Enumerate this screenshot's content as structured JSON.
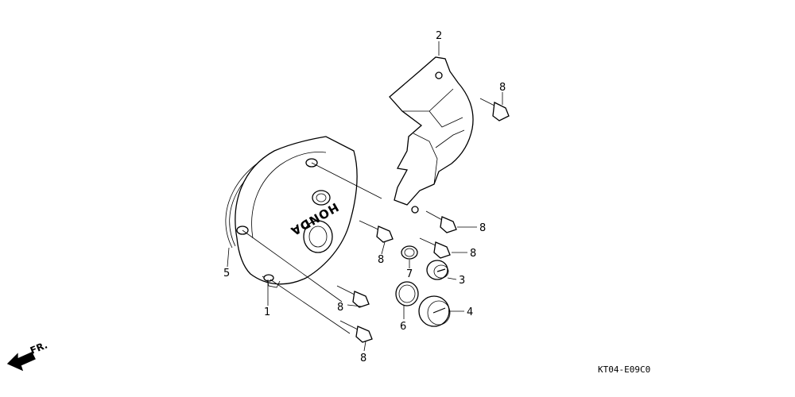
{
  "callouts": [
    {
      "id": "1",
      "text": "1"
    },
    {
      "id": "2",
      "text": "2"
    },
    {
      "id": "3",
      "text": "3"
    },
    {
      "id": "4",
      "text": "4"
    },
    {
      "id": "5",
      "text": "5"
    },
    {
      "id": "6",
      "text": "6"
    },
    {
      "id": "7",
      "text": "7"
    },
    {
      "id": "8",
      "text": "8"
    }
  ],
  "cover_brand": "HONDA",
  "direction_label": "FR.",
  "reference_code": "KT04-E09C0"
}
